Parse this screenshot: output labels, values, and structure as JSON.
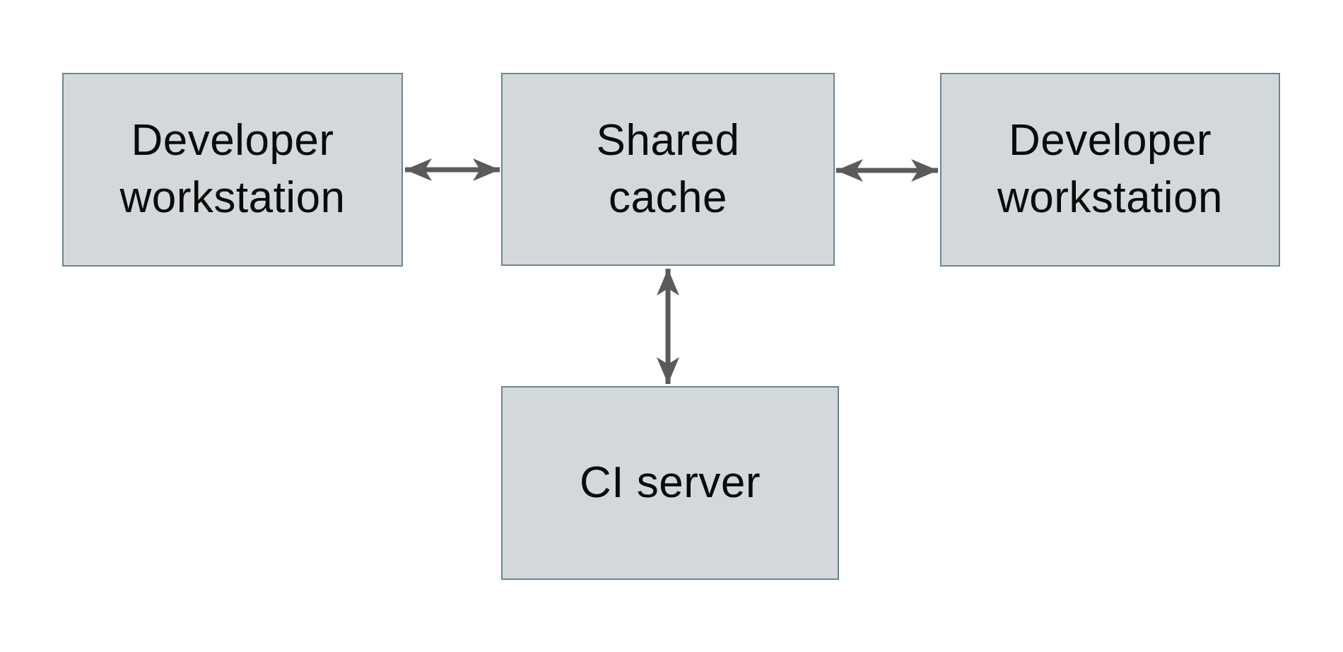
{
  "diagram": {
    "nodes": [
      {
        "id": "developer-workstation-left",
        "label": "Developer\nworkstation"
      },
      {
        "id": "shared-cache",
        "label": "Shared\ncache"
      },
      {
        "id": "developer-workstation-right",
        "label": "Developer\nworkstation"
      },
      {
        "id": "ci-server",
        "label": "CI server"
      }
    ],
    "edges": [
      {
        "from": "developer-workstation-left",
        "to": "shared-cache",
        "direction": "bidirectional",
        "orientation": "horizontal"
      },
      {
        "from": "shared-cache",
        "to": "developer-workstation-right",
        "direction": "bidirectional",
        "orientation": "horizontal"
      },
      {
        "from": "shared-cache",
        "to": "ci-server",
        "direction": "bidirectional",
        "orientation": "vertical"
      }
    ],
    "colors": {
      "node_fill": "#d3d9db",
      "node_border": "#6a8591",
      "arrow": "#595a5c",
      "label_text": "#0a0a0a",
      "page_bg": "#ffffff"
    }
  }
}
